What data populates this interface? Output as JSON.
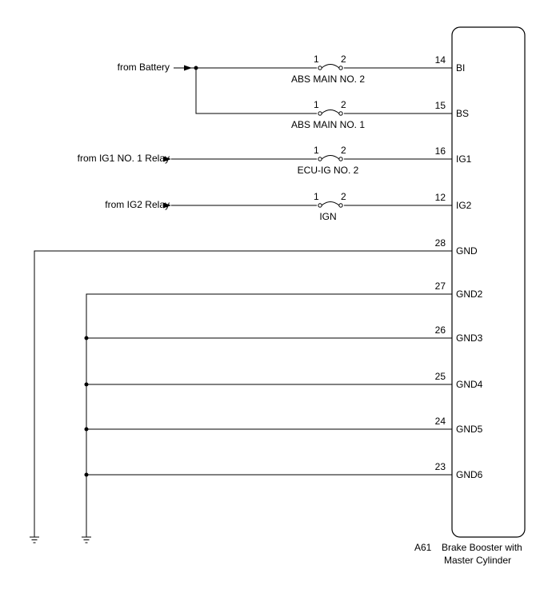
{
  "ecu": {
    "code": "A61",
    "name_line1": "Brake Booster with",
    "name_line2": "Master Cylinder"
  },
  "sources": {
    "battery": "from Battery",
    "ig1_relay": "from IG1 NO. 1 Relay",
    "ig2_relay": "from IG2 Relay"
  },
  "fuses": [
    {
      "name": "ABS MAIN NO. 2",
      "pin_in": "1",
      "pin_out": "2"
    },
    {
      "name": "ABS MAIN NO. 1",
      "pin_in": "1",
      "pin_out": "2"
    },
    {
      "name": "ECU-IG NO. 2",
      "pin_in": "1",
      "pin_out": "2"
    },
    {
      "name": "IGN",
      "pin_in": "1",
      "pin_out": "2"
    }
  ],
  "terminals": [
    {
      "pin": "14",
      "name": "BI"
    },
    {
      "pin": "15",
      "name": "BS"
    },
    {
      "pin": "16",
      "name": "IG1"
    },
    {
      "pin": "12",
      "name": "IG2"
    },
    {
      "pin": "28",
      "name": "GND"
    },
    {
      "pin": "27",
      "name": "GND2"
    },
    {
      "pin": "26",
      "name": "GND3"
    },
    {
      "pin": "25",
      "name": "GND4"
    },
    {
      "pin": "24",
      "name": "GND5"
    },
    {
      "pin": "23",
      "name": "GND6"
    }
  ]
}
